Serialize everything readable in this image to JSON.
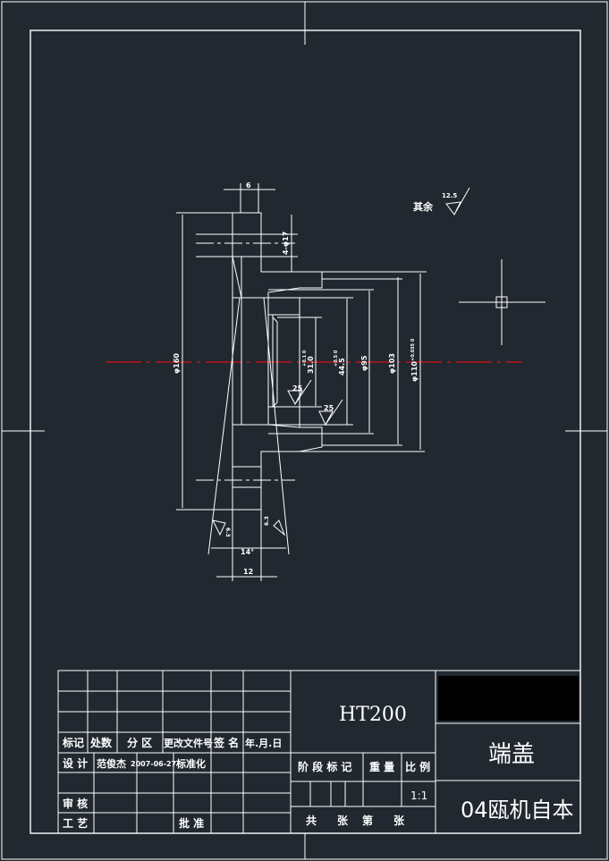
{
  "title_block": {
    "material": "HT200",
    "part_name": "端盖",
    "organization": "04瓯机自本",
    "headers": [
      "标记",
      "处数",
      "分 区",
      "更改文件号",
      "签 名",
      "年.月.日"
    ],
    "design_label": "设 计",
    "designer": "范俊杰",
    "date": "2007-06-27",
    "standardization": "标准化",
    "review": "审 核",
    "process": "工 艺",
    "approve": "批 准",
    "stage_mark": "阶 段 标 记",
    "weight": "重 量",
    "scale_label": "比 例",
    "scale": "1:1",
    "sheets": [
      "共",
      "张",
      "第",
      "张"
    ]
  },
  "drawing": {
    "roughness_rest_label": "其余",
    "roughness_rest_value": "12.5",
    "dims": {
      "width_top": "6",
      "holes": "4-φ17",
      "d160": "φ160",
      "d31": "31.0",
      "d31_tol": "+0.1 0",
      "d44": "44.5",
      "d44_tol": "+0.5 0",
      "d95": "φ95",
      "d103": "φ103",
      "d110": "φ110",
      "d110_tol": "+0.035 0",
      "r1": "25",
      "r2": "25",
      "angle": "14°",
      "width_bottom": "12",
      "r3": "6.3",
      "r4": "6.3"
    }
  }
}
